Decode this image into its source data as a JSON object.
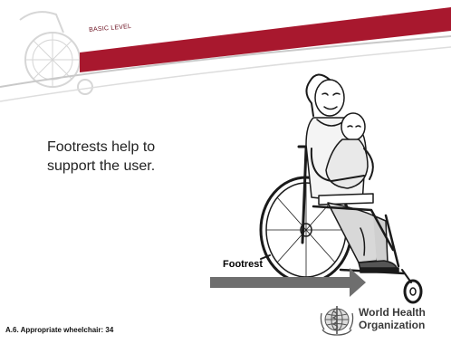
{
  "header": {
    "level_label": "BASIC LEVEL",
    "title": "PROVIDING PROPER FIT AND POSTURAL SUPPORT",
    "banner_color": "#a8182e"
  },
  "body": {
    "lines": [
      "Footrests help to",
      "support the user."
    ]
  },
  "illustration": {
    "callout_label": "Footrest",
    "arrow_color": "#6e6e6e"
  },
  "footer": {
    "reference": "A.6. Appropriate wheelchair: 34"
  },
  "logo": {
    "name_lines": [
      "World Health",
      "Organization"
    ]
  }
}
